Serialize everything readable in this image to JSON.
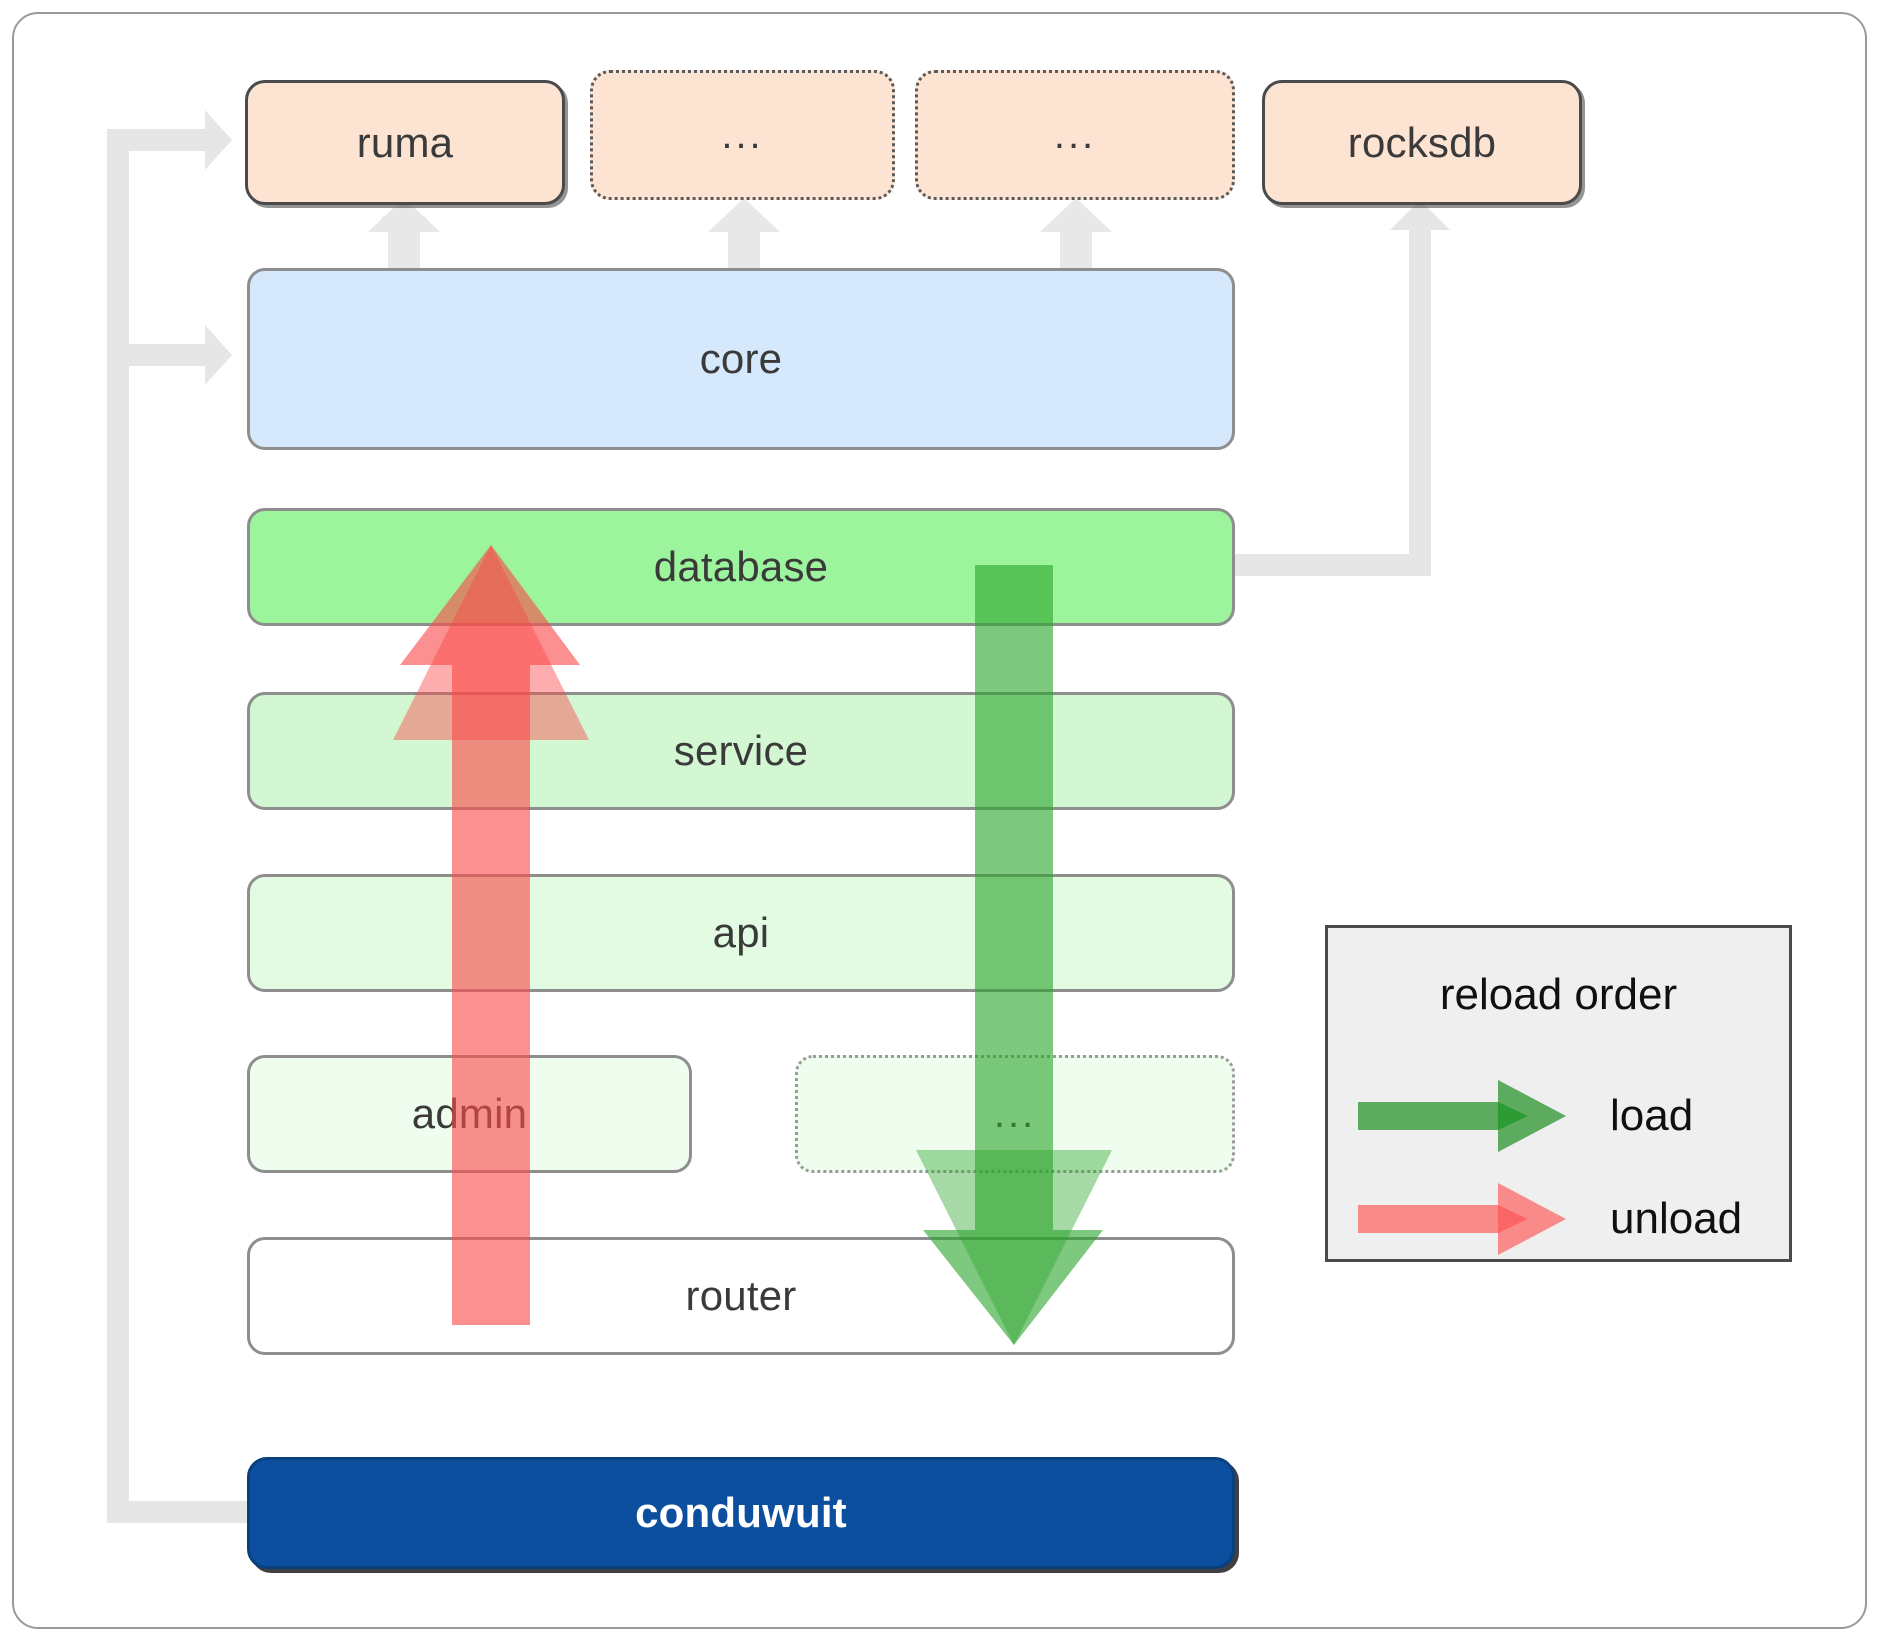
{
  "diagram": {
    "title": "conduwuit crate architecture / reload order",
    "dependencies": [
      {
        "id": "ruma",
        "label": "ruma",
        "style": "solid"
      },
      {
        "id": "dep2",
        "label": "...",
        "style": "dotted"
      },
      {
        "id": "dep3",
        "label": "...",
        "style": "dotted"
      },
      {
        "id": "rocksdb",
        "label": "rocksdb",
        "style": "solid"
      }
    ],
    "core": {
      "id": "core",
      "label": "core"
    },
    "layers": [
      {
        "id": "database",
        "label": "database",
        "style": "solid"
      },
      {
        "id": "service",
        "label": "service",
        "style": "solid"
      },
      {
        "id": "api",
        "label": "api",
        "style": "solid"
      }
    ],
    "bottom_row": [
      {
        "id": "admin",
        "label": "admin",
        "style": "solid"
      },
      {
        "id": "extras",
        "label": "...",
        "style": "dotted"
      }
    ],
    "router": {
      "id": "router",
      "label": "router",
      "style": "solid"
    },
    "root": {
      "id": "conduwuit",
      "label": "conduwuit"
    }
  },
  "legend": {
    "title": "reload order",
    "entries": [
      {
        "id": "load",
        "label": "load",
        "color": "#5cab5e"
      },
      {
        "id": "unload",
        "label": "unload",
        "color": "#f98a8a"
      }
    ]
  },
  "colors": {
    "dependency_fill": "#fde3d1",
    "core_fill": "#d6e8fb",
    "database_fill": "#9cf59c",
    "service_fill": "#d2f7d2",
    "api_fill": "#e2fbe2",
    "admin_fill": "#effdef",
    "router_fill": "#ffffff",
    "root_fill": "#0b4f9e",
    "connector_gray": "#e6e6e6",
    "load_arrow": "#5cab5e",
    "unload_arrow": "#f98a8a",
    "legend_bg": "#efefef",
    "border_gray": "#8e8e8e",
    "border_dark": "#4a4a4a"
  }
}
